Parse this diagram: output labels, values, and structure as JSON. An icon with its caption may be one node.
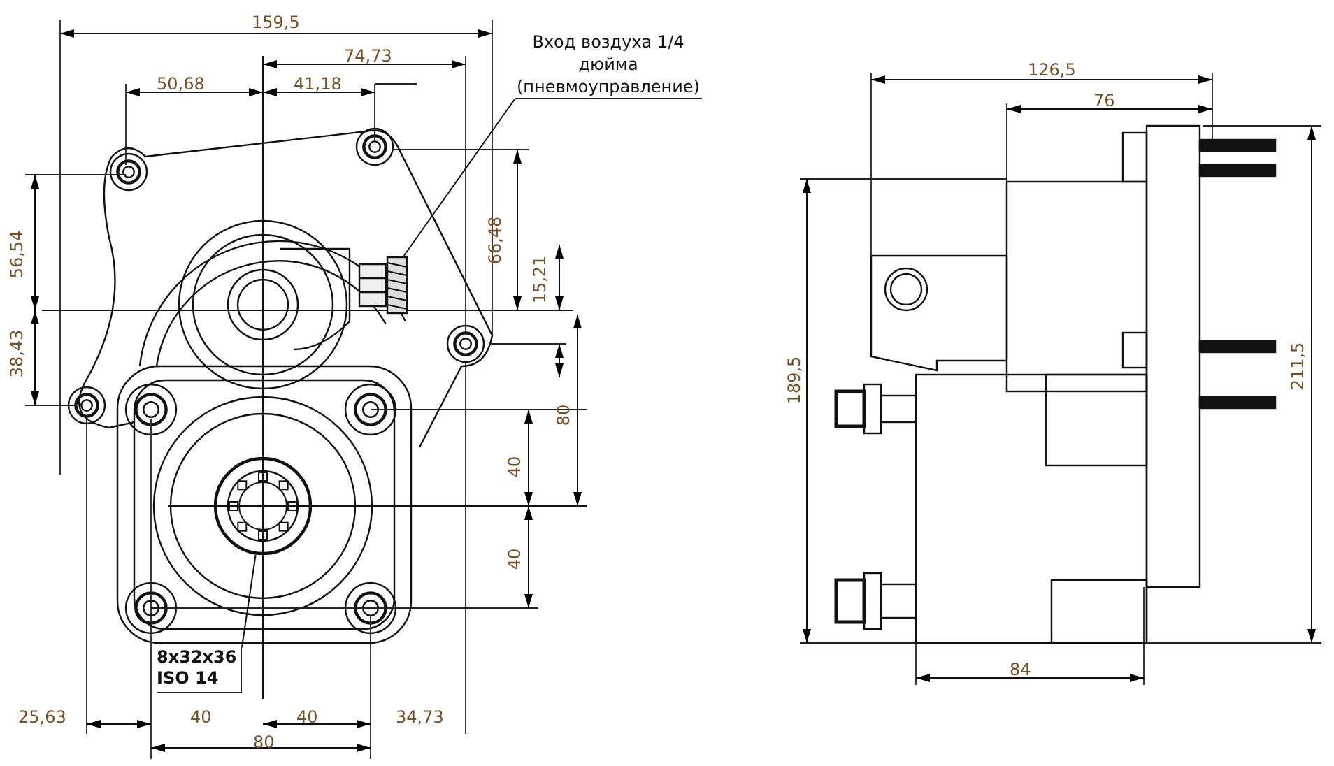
{
  "diagram": {
    "nodes": [
      {
        "text": [
          "Вход воздуха 1/4 дюйма (пневмоуправление)"
        ]
      },
      {
        "text": [],
        "shape": "picture"
      },
      {
        "text": [
          "8x32x36 ISO 14"
        ]
      },
      {
        "text": [],
        "shape": "picture"
      }
    ],
    "edges": [
      {
        "from": 0,
        "to": 1,
        "arrow": "none"
      },
      {
        "from": 2,
        "to": 3,
        "arrow": "none"
      }
    ],
    "labels": [
      "159,5",
      "74,73",
      "126,5",
      "50,68",
      "41,18",
      "76",
      "56,54",
      "66,48",
      "15,21",
      "38,43",
      "189,5",
      "211,5",
      "80",
      "40",
      "40",
      "84",
      "25,63",
      "40",
      "40",
      "34,73",
      "80"
    ]
  }
}
